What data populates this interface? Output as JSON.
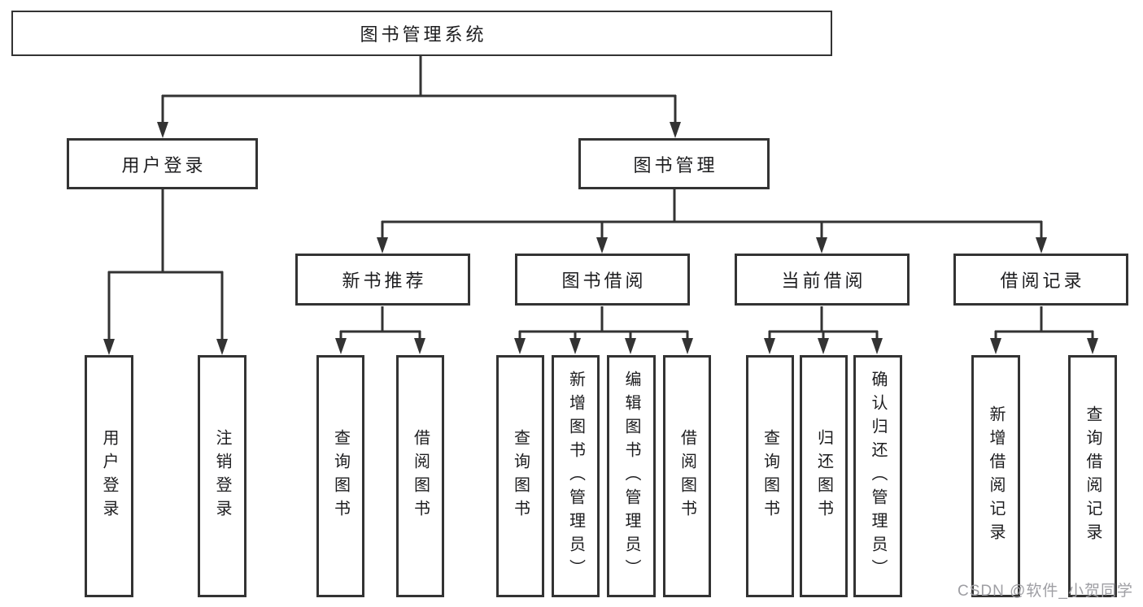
{
  "diagram": {
    "type": "tree",
    "orientation": "top-down",
    "colors": {
      "line": "#333333",
      "node_border": "#333333",
      "node_fill": "#ffffff",
      "label_text": "#1d1d1f",
      "watermark_text": "#9e9ea3",
      "background": "#ffffff"
    },
    "watermark": "CSDN @软件_小贺同学",
    "tree": {
      "label": "图书管理系统",
      "children": [
        {
          "label": "用户登录",
          "children": [
            {
              "label": "用户登录"
            },
            {
              "label": "注销登录"
            }
          ]
        },
        {
          "label": "图书管理",
          "children": [
            {
              "label": "新书推荐",
              "children": [
                {
                  "label": "查询图书"
                },
                {
                  "label": "借阅图书"
                }
              ]
            },
            {
              "label": "图书借阅",
              "children": [
                {
                  "label": "查询图书"
                },
                {
                  "label": "新增图书（管理员）"
                },
                {
                  "label": "编辑图书（管理员）"
                },
                {
                  "label": "借阅图书"
                }
              ]
            },
            {
              "label": "当前借阅",
              "children": [
                {
                  "label": "查询图书"
                },
                {
                  "label": "归还图书"
                },
                {
                  "label": "确认归还（管理员）"
                }
              ]
            },
            {
              "label": "借阅记录",
              "children": [
                {
                  "label": "新增借阅记录"
                },
                {
                  "label": "查询借阅记录"
                }
              ]
            }
          ]
        }
      ]
    }
  }
}
